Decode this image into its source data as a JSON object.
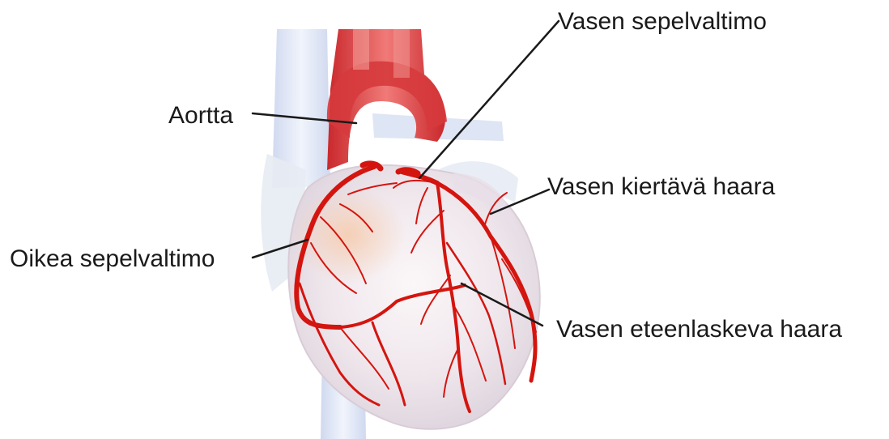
{
  "labels": {
    "aorta": "Aortta",
    "left_main": "Vasen sepelvaltimo",
    "circumflex": "Vasen kiertävä haara",
    "right_coronary": "Oikea sepelvaltimo",
    "lad": "Vasen eteenlaskeva haara"
  },
  "colors": {
    "artery": "#d4150f",
    "aorta": "#e2484a",
    "heart_body": "#efe8ee",
    "vena_cava": "#d6dff0",
    "leader_line": "#1a1a1a",
    "text": "#1a1a1a"
  }
}
